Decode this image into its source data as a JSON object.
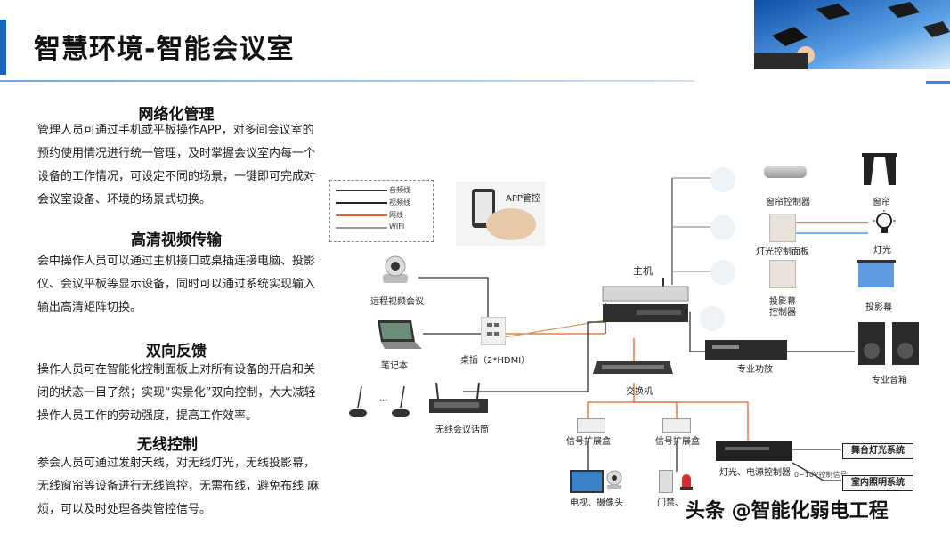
{
  "header": {
    "title": "智慧环境-智能会议室"
  },
  "sections": [
    {
      "heading": "网络化管理",
      "body": "管理人员可通过手机或平板操作APP，对多间会议室的预约使用情况进行统一管理，及时掌握会议室内每一个设备的工作情况，可设定不同的场景，一键即可完成对会议室设备、环境的场景式切换。"
    },
    {
      "heading": "高清视频传输",
      "body": "会中操作人员可以通过主机接口或桌插连接电脑、投影仪、会议平板等显示设备，同时可以通过系统实现输入输出高清矩阵切换。"
    },
    {
      "heading": "双向反馈",
      "body": "操作人员可在智能化控制面板上对所有设备的开启和关闭的状态一目了然；实现“实景化”双向控制，大大减轻操作人员工作的劳动强度，提高工作效率。"
    },
    {
      "heading": "无线控制",
      "body": "参会人员可通过发射天线，对无线灯光，无线投影幕，  无线窗帘等设备进行无线管控，无需布线，避免布线  麻烦，可以及时处理各类管控信号。"
    }
  ],
  "legend": [
    {
      "label": "音频线",
      "color": "#333333"
    },
    {
      "label": "视频线",
      "color": "#222222"
    },
    {
      "label": "网线",
      "color": "#e8632a"
    },
    {
      "label": "WIFI",
      "color": "#999999"
    }
  ],
  "diagram": {
    "app": "APP管控",
    "remote_video": "远程视频会议",
    "laptop": "笔记本",
    "desk_socket": "桌插（2*HDMI）",
    "host": "主机",
    "wireless_mic": "无线会议话筒",
    "switch": "交换机",
    "amplifier": "专业功放",
    "speaker": "专业音箱",
    "curtain_ctrl": "窗帘控制器",
    "curtain": "窗帘",
    "light_panel": "灯光控制面板",
    "light": "灯光",
    "projector_ctrl": "投影幕控制器",
    "projector": "投影幕",
    "sig_box_1": "信号扩展盒",
    "sig_box_2": "信号扩展盒",
    "tv_camera": "电视、摄像头",
    "door": "门禁、",
    "power_ctrl": "灯光、电源控制器",
    "voltage_signal": "0~10V控制信号",
    "stage_light": "舞台灯光系统",
    "indoor_light": "室内照明系统",
    "mic_dots": "..."
  },
  "watermark": "头条 @智能化弱电工程"
}
